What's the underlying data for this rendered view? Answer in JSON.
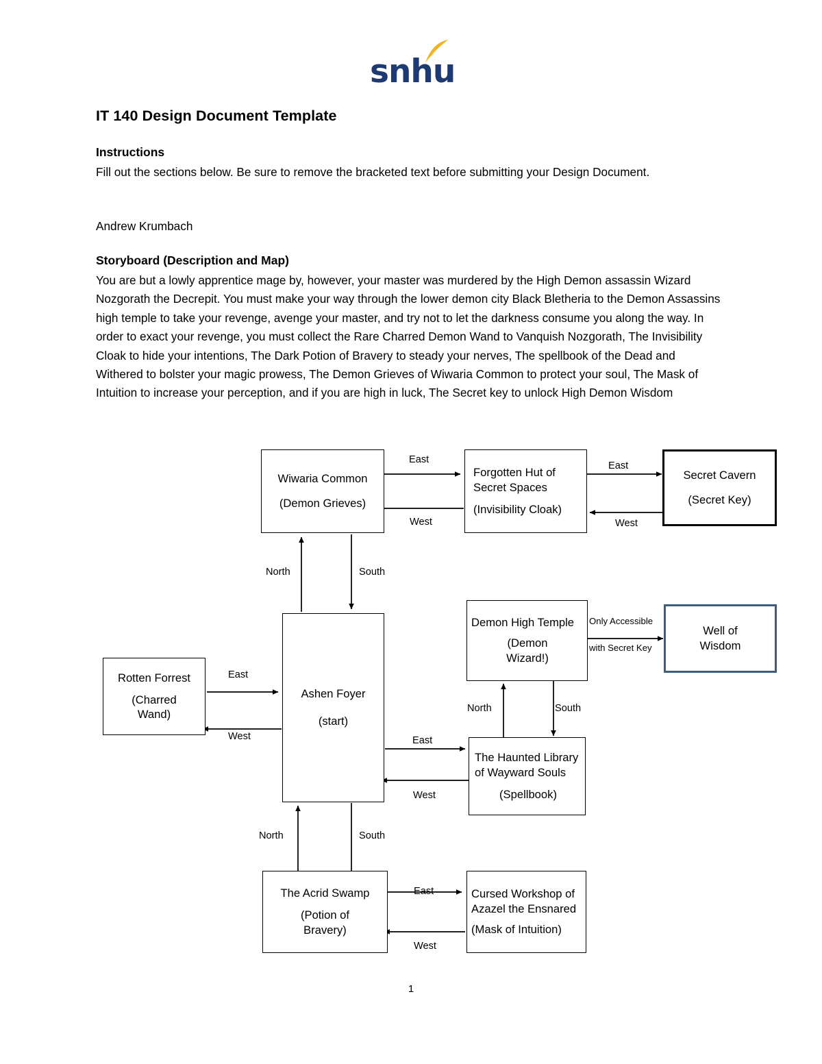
{
  "logo": {
    "wordmark": "snhu",
    "flame_color": "#f0b323",
    "text_color": "#1d3a72"
  },
  "document": {
    "title": "IT 140 Design Document Template",
    "page_number": "1",
    "sections": {
      "instructions": {
        "heading": "Instructions",
        "body": "Fill out the sections below. Be sure to remove the bracketed text before submitting your Design Document.",
        "author": "Andrew Krumbach"
      },
      "storyboard": {
        "heading": "Storyboard (Description and Map)",
        "body": "You are but a lowly apprentice mage by, however, your master was murdered by the High Demon assassin Wizard Nozgorath the Decrepit.  You must make your way through the lower demon city Black Bletheria to the Demon Assassins high temple to take your revenge, avenge your master, and try not to let the darkness consume you along the way.  In order to exact your revenge, you must collect the Rare Charred Demon Wand to Vanquish Nozgorath, The Invisibility Cloak to hide your intentions, The Dark Potion of Bravery to steady your nerves, The spellbook of the Dead and Withered to bolster your magic prowess, The Demon Grieves of Wiwaria Common to protect your soul, The Mask of Intuition to increase your perception, and if you are high in luck, The Secret key to unlock High Demon Wisdom"
      }
    }
  },
  "map": {
    "nodes": {
      "wiwaria": {
        "name": "Wiwaria Common",
        "item": "(Demon Grieves)"
      },
      "forgotten_hut": {
        "name_line1": "Forgotten Hut of",
        "name_line2": "Secret Spaces",
        "item": "(Invisibility Cloak)"
      },
      "secret_cavern": {
        "name": "Secret Cavern",
        "item": "(Secret Key)"
      },
      "demon_temple": {
        "name": "Demon High Temple",
        "item_line1": "(Demon",
        "item_line2": "Wizard!)"
      },
      "well_of_wisdom": {
        "name_line1": "Well of",
        "name_line2": "Wisdom"
      },
      "rotten_forrest": {
        "name": "Rotten Forrest",
        "item_line1": "(Charred",
        "item_line2": "Wand)"
      },
      "ashen_foyer": {
        "name": "Ashen Foyer",
        "item": "(start)"
      },
      "haunted_library": {
        "name_line1": "The Haunted Library",
        "name_line2": "of Wayward Souls",
        "item": "(Spellbook)"
      },
      "acrid_swamp": {
        "name": "The Acrid Swamp",
        "item_line1": "(Potion of",
        "item_line2": "Bravery)"
      },
      "cursed_workshop": {
        "name_line1": "Cursed Workshop of",
        "name_line2": "Azazel the Ensnared",
        "item": "(Mask of Intuition)"
      }
    },
    "edges": {
      "wiwaria_to_hut": "East",
      "hut_to_wiwaria": "West",
      "hut_to_cavern": "East",
      "cavern_to_hut": "West",
      "foyer_to_wiwaria": "North",
      "wiwaria_to_foyer": "South",
      "forrest_to_foyer": "East",
      "foyer_to_forrest": "West",
      "foyer_to_library": "East",
      "library_to_foyer": "West",
      "library_to_temple": "North",
      "temple_to_library": "South",
      "temple_to_well_line1": "Only Accessible",
      "temple_to_well_line2": "with Secret Key",
      "swamp_to_foyer": "North",
      "foyer_to_swamp": "South",
      "swamp_to_workshop": "East",
      "workshop_to_swamp": "West"
    }
  },
  "colors": {
    "accent_blue": "#1d3a72",
    "accent_gold": "#f0b323",
    "well_border": "#3c5d80",
    "node_border": "#000000"
  }
}
